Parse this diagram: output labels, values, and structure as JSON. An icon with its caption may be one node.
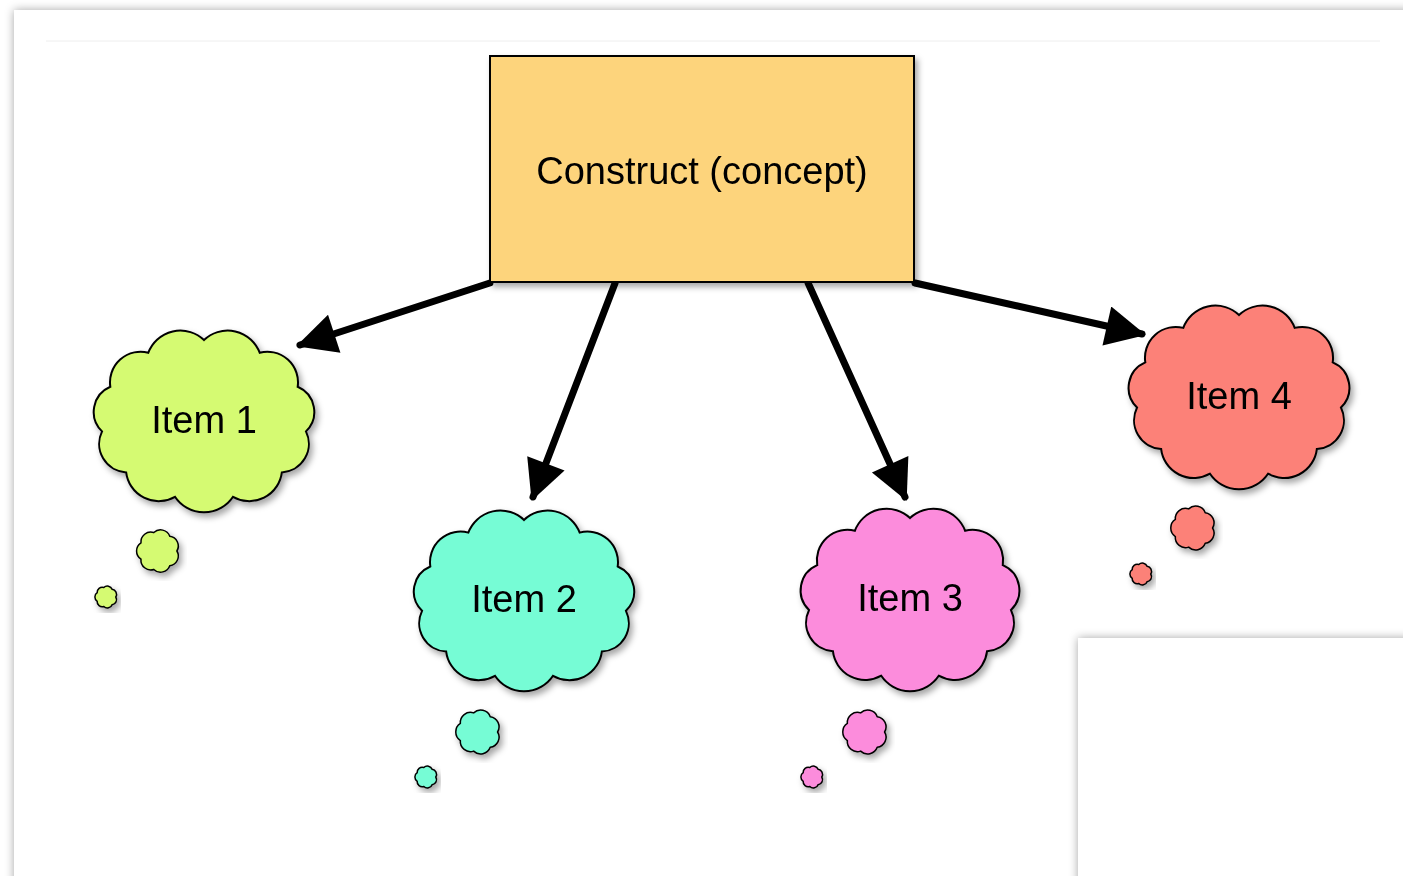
{
  "diagram": {
    "nodes": [
      {
        "text": [
          "Construct (concept)"
        ]
      },
      {
        "text": [
          "Item 1"
        ]
      },
      {
        "text": [
          "Item 2"
        ]
      },
      {
        "text": [
          "Item 3"
        ]
      },
      {
        "text": [
          "Item 4"
        ]
      }
    ],
    "edges": [
      {
        "from": 0,
        "to": 1,
        "arrow": "to"
      },
      {
        "from": 0,
        "to": 2,
        "arrow": "to"
      },
      {
        "from": 0,
        "to": 3,
        "arrow": "to"
      },
      {
        "from": 0,
        "to": 4,
        "arrow": "to"
      }
    ]
  }
}
